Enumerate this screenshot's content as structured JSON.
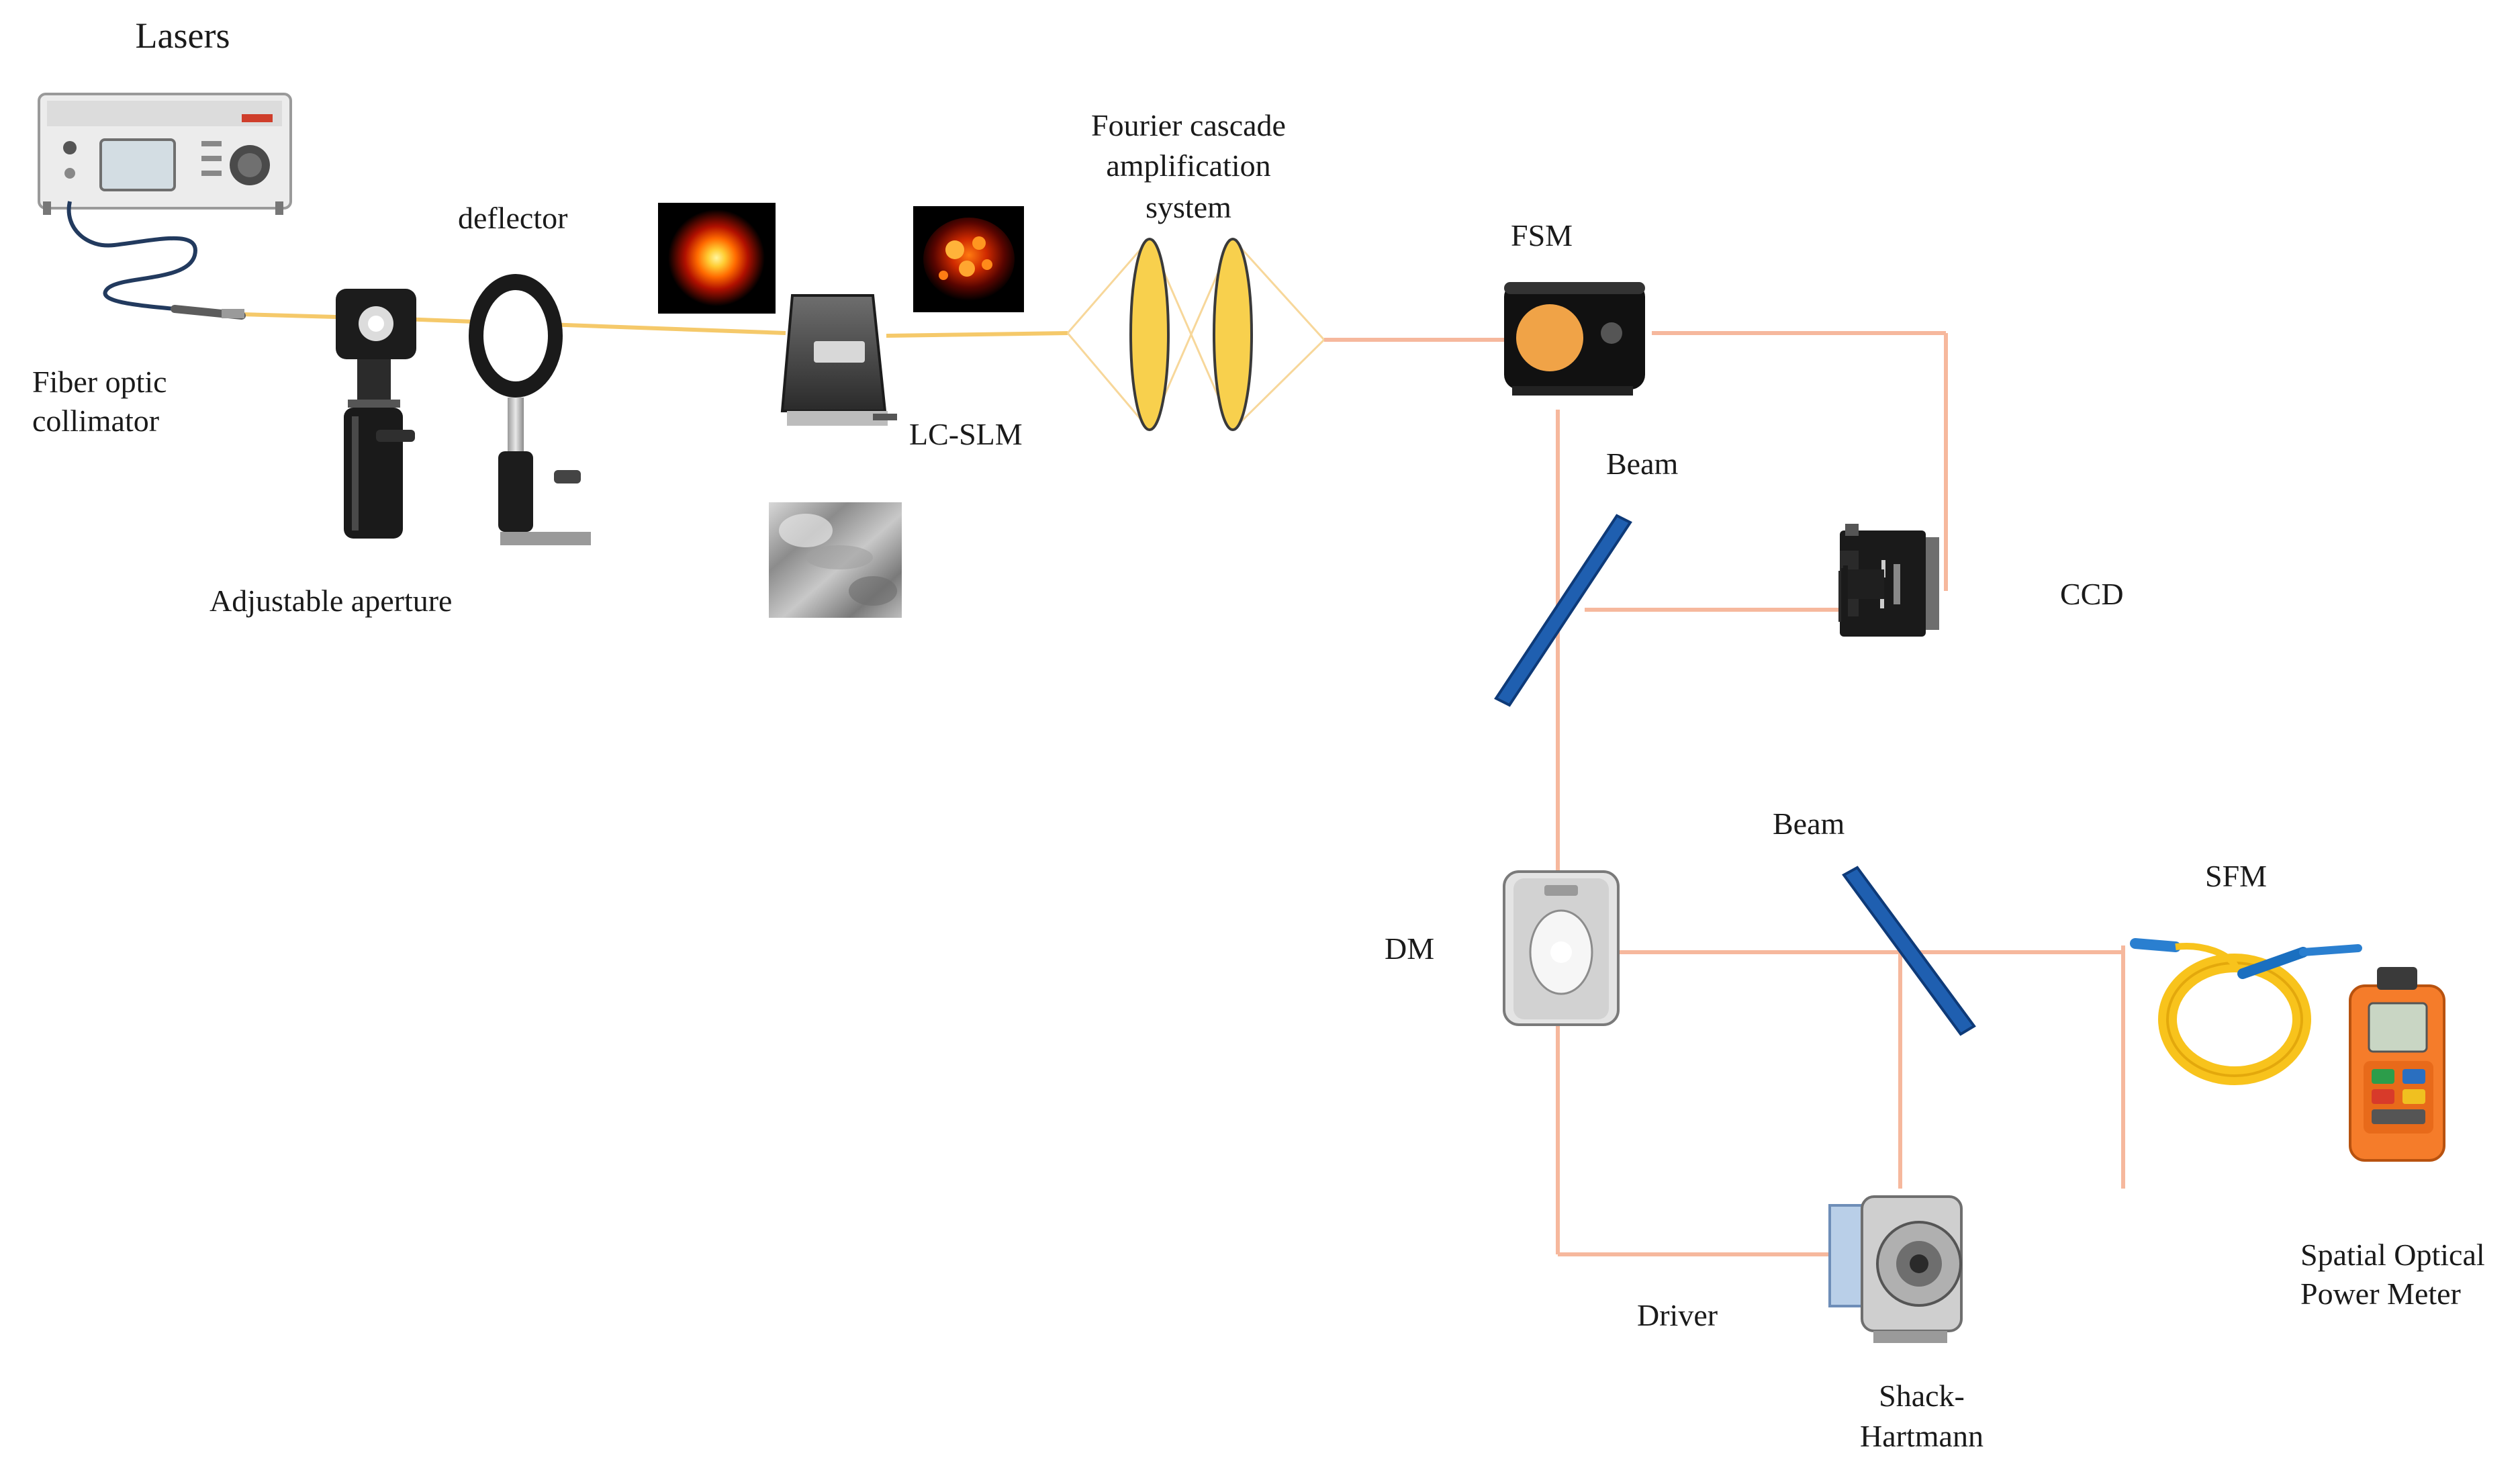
{
  "labels": {
    "lasers": "Lasers",
    "fiber_collimator_line1": "Fiber optic",
    "fiber_collimator_line2": "collimator",
    "deflector": "deflector",
    "adjustable_aperture": "Adjustable aperture",
    "lc_slm": "LC-SLM",
    "fourier_line1": "Fourier cascade",
    "fourier_line2": "amplification",
    "fourier_line3": "system",
    "fsm": "FSM",
    "beam_upper": "Beam",
    "ccd": "CCD",
    "beam_lower": "Beam",
    "dm": "DM",
    "sfm": "SFM",
    "driver": "Driver",
    "shack_line1": "Shack-",
    "shack_line2": "Hartmann",
    "power_meter_line1": "Spatial Optical",
    "power_meter_line2": "Power Meter"
  },
  "colors": {
    "beam_yellow": "#f5c96a",
    "beam_orange": "#f6b89d",
    "beam_splitter_blue": "#1f5fb0",
    "lens_yellow": "#f8d04d",
    "fsm_mirror": "#f0a347",
    "fiber_coil_yellow": "#f8c31c",
    "power_meter_orange": "#f57c2a"
  },
  "icons": [
    "laser-source-icon",
    "fiber-collimator-icon",
    "adjustable-aperture-icon",
    "deflector-mount-icon",
    "gaussian-spot-image",
    "speckle-spot-image",
    "lc-slm-device-icon",
    "phase-pattern-image",
    "lens-icon",
    "fsm-device-icon",
    "beam-splitter-icon",
    "ccd-camera-icon",
    "deformable-mirror-icon",
    "shack-hartmann-sensor-icon",
    "fiber-coil-icon",
    "power-meter-icon"
  ]
}
